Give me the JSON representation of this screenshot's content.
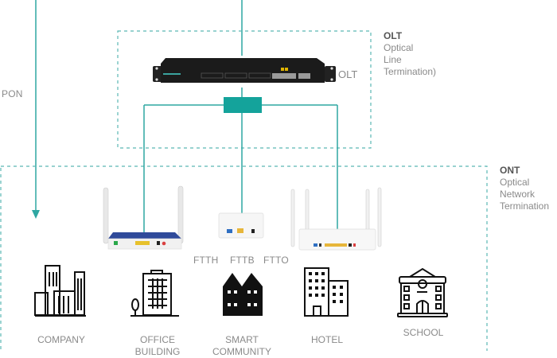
{
  "colors": {
    "accent": "#2ea7a2",
    "splitter": "#14a39b",
    "text": "#8a8a8a",
    "bold_text": "#555555"
  },
  "pon_label": "PON",
  "olt": {
    "device_label": "OLT",
    "title": "OLT",
    "desc_lines": [
      "Optical",
      "Line",
      "Termination)"
    ]
  },
  "ont": {
    "title": "ONT",
    "desc_lines": [
      "Optical",
      "Network",
      "Termination"
    ]
  },
  "fttx_labels": [
    "FTTH",
    "FTTB",
    "FTTO"
  ],
  "buildings": [
    {
      "label": "COMPANY",
      "icon": "city-buildings-icon"
    },
    {
      "label": "OFFICE BUILDING",
      "icon": "office-building-icon"
    },
    {
      "label": "SMART COMMUNITY",
      "icon": "houses-icon"
    },
    {
      "label": "HOTEL",
      "icon": "hotel-icon"
    },
    {
      "label": "SCHOOL",
      "icon": "school-icon"
    }
  ]
}
